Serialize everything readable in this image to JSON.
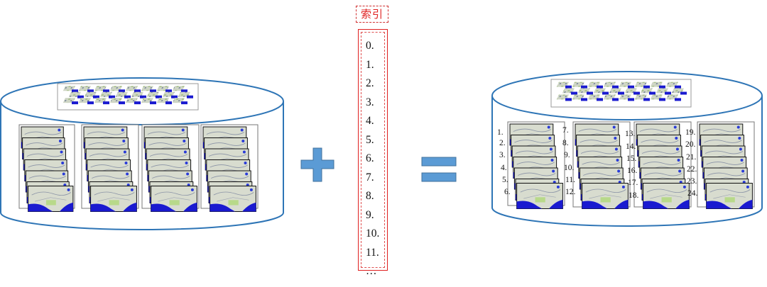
{
  "index": {
    "title": "索引",
    "items": [
      "0.",
      "1.",
      "2.",
      "3.",
      "4.",
      "5.",
      "6.",
      "7.",
      "8.",
      "9.",
      "10.",
      "11.",
      "…"
    ]
  },
  "right_db": {
    "numbers": [
      "1.",
      "2.",
      "3.",
      "4.",
      "5.",
      "6.",
      "7.",
      "8.",
      "9.",
      "10.",
      "11.",
      "12.",
      "13.",
      "14.",
      "15.",
      "16.",
      "17.",
      "18.",
      "19.",
      "20.",
      "21.",
      "22.",
      "23.",
      "24."
    ]
  },
  "colors": {
    "db_outline": "#2e75b6",
    "operator": "#5b9bd5",
    "index": "#e02020",
    "water": "#1a1ad0",
    "land": "#d8dccf",
    "green": "#b8d98a"
  }
}
